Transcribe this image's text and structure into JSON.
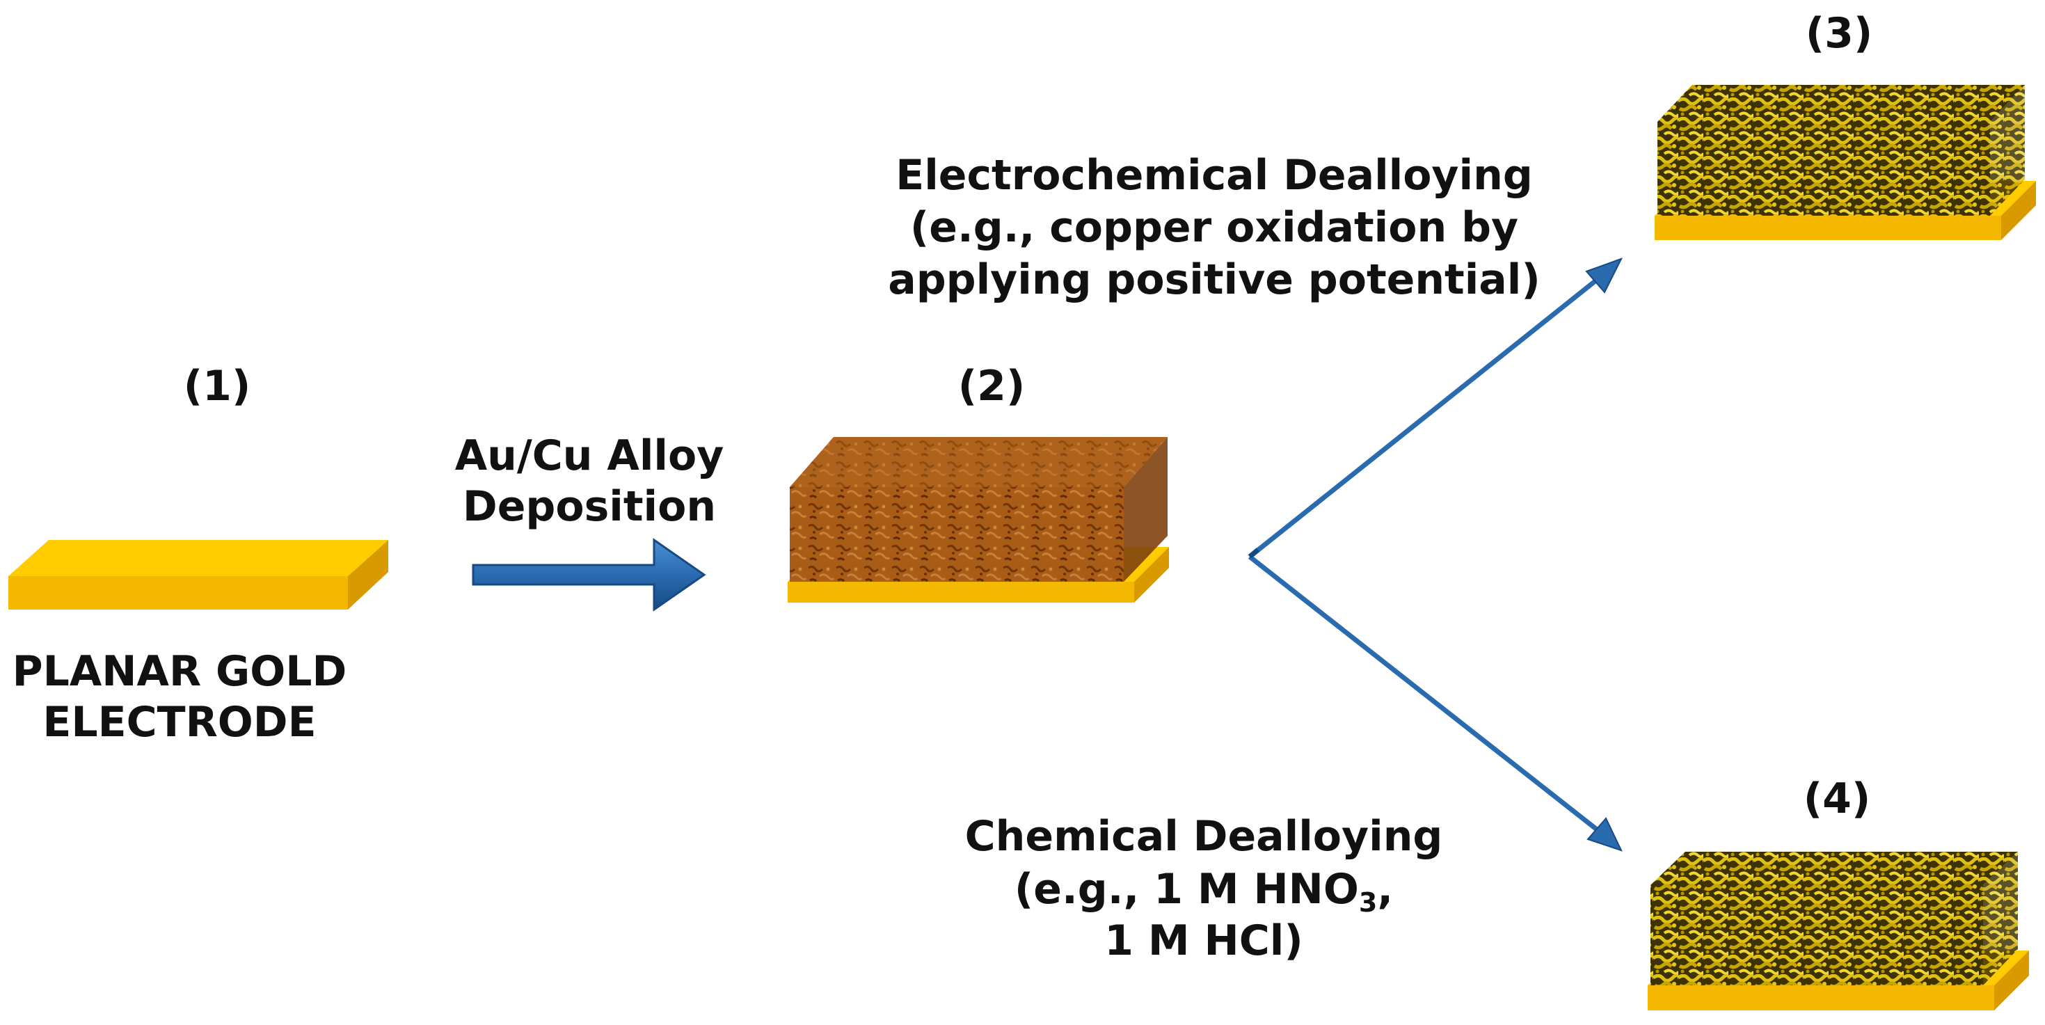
{
  "steps": {
    "s1": {
      "number": "(1)",
      "caption_line1": "PLANAR GOLD",
      "caption_line2": "ELECTRODE"
    },
    "s2": {
      "number": "(2)"
    },
    "s3": {
      "number": "(3)"
    },
    "s4": {
      "number": "(4)"
    }
  },
  "arrows": {
    "deposition": {
      "line1": "Au/Cu Alloy",
      "line2": "Deposition"
    },
    "electrochemical": {
      "line1": "Electrochemical Dealloying",
      "line2": "(e.g., copper oxidation by",
      "line3": "applying positive potential)"
    },
    "chemical": {
      "line1": "Chemical Dealloying",
      "line2_prefix": "(e.g., 1 M HNO",
      "line2_sub": "3",
      "line2_suffix": ",",
      "line3": "1 M HCl)"
    }
  },
  "colors": {
    "gold_top": "#FFCC00",
    "gold_front": "#F5B800",
    "gold_side": "#D99A00",
    "alloy_top": "#B86A1E",
    "alloy_front": "#9C5512",
    "alloy_side": "#7A3E08",
    "porous_gold": "#C8A800",
    "porous_dark": "#3A3000",
    "arrow_blue": "#2A6BB0",
    "arrow_dark": "#174A82"
  }
}
